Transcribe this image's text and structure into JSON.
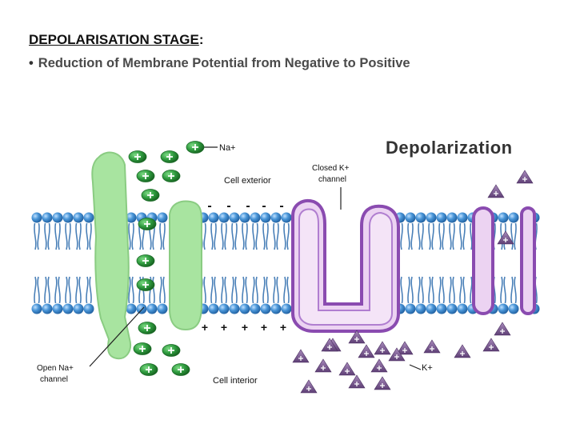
{
  "slide": {
    "title": "DEPOLARISATION STAGE",
    "title_suffix": ":",
    "bullet_char": "•",
    "bullet": "Reduction of Membrane Potential from Negative to Positive"
  },
  "diagram": {
    "heading": "Depolarization",
    "labels": {
      "na_ion": "Na+",
      "k_ion": "K+",
      "cell_exterior": "Cell exterior",
      "cell_interior": "Cell interior",
      "closed_k_line1": "Closed K+",
      "closed_k_line2": "channel",
      "open_na_line1": "Open Na+",
      "open_na_line2": "channel"
    },
    "charges": {
      "exterior_sign": "-",
      "interior_sign": "+"
    },
    "colors": {
      "na_channel": "#a8e4a0",
      "na_channel_stroke": "#8acc82",
      "na_ion": "#2e9a3e",
      "k_channel_fill": "#ecd3f2",
      "k_channel_stroke": "#8a4bb0",
      "k_ion": "#8a6a9c",
      "lipid_head": "#4a96d8",
      "lipid_tail": "#4a80b8",
      "heading": "#333333"
    }
  }
}
